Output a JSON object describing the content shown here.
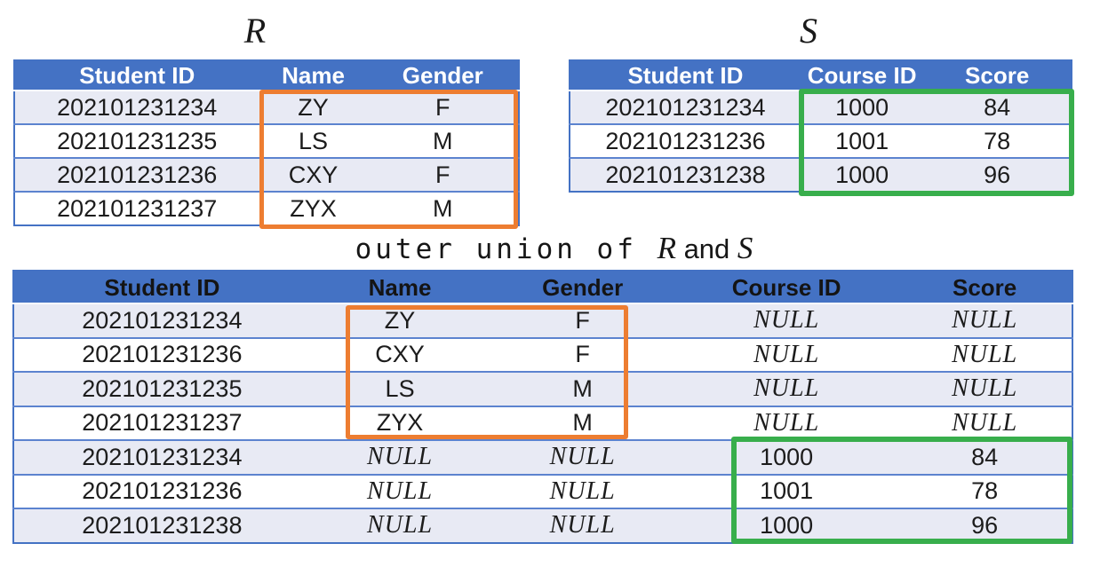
{
  "titles": {
    "r": "R",
    "s": "S"
  },
  "caption": {
    "segments": [
      {
        "text": "outer union of ",
        "kind": "op"
      },
      {
        "text": "R",
        "kind": "relation"
      },
      {
        "text": " and ",
        "kind": "conj"
      },
      {
        "text": "S",
        "kind": "relation"
      }
    ]
  },
  "tables": {
    "r": {
      "title": "R",
      "headers": [
        "Student ID",
        "Name",
        "Gender"
      ],
      "rows": [
        [
          "202101231234",
          "ZY",
          "F"
        ],
        [
          "202101231235",
          "LS",
          "M"
        ],
        [
          "202101231236",
          "CXY",
          "F"
        ],
        [
          "202101231237",
          "ZYX",
          "M"
        ]
      ]
    },
    "s": {
      "title": "S",
      "headers": [
        "Student ID",
        "Course ID",
        "Score"
      ],
      "rows": [
        [
          "202101231234",
          "1000",
          "84"
        ],
        [
          "202101231236",
          "1001",
          "78"
        ],
        [
          "202101231238",
          "1000",
          "96"
        ]
      ]
    },
    "union": {
      "title": "outer union of R and S",
      "headers": [
        "Student ID",
        "Name",
        "Gender",
        "Course ID",
        "Score"
      ],
      "rows": [
        [
          "202101231234",
          "ZY",
          "F",
          "NULL",
          "NULL"
        ],
        [
          "202101231236",
          "CXY",
          "F",
          "NULL",
          "NULL"
        ],
        [
          "202101231235",
          "LS",
          "M",
          "NULL",
          "NULL"
        ],
        [
          "202101231237",
          "ZYX",
          "M",
          "NULL",
          "NULL"
        ],
        [
          "202101231234",
          "NULL",
          "NULL",
          "1000",
          "84"
        ],
        [
          "202101231236",
          "NULL",
          "NULL",
          "1001",
          "78"
        ],
        [
          "202101231238",
          "NULL",
          "NULL",
          "1000",
          "96"
        ]
      ]
    }
  },
  "highlights": {
    "r_name_gender": {
      "color": "orange"
    },
    "s_courseid_score": {
      "color": "green"
    },
    "union_name_gender": {
      "color": "orange"
    },
    "union_courseid_score": {
      "color": "green"
    }
  },
  "colors": {
    "header_blue": "#4472C4",
    "row_band": "#E8EAF4",
    "row_border": "#5C83CF",
    "outer_border": "#4472C4",
    "header_text_top": "#FFFFFF",
    "header_text_union": "#141414",
    "highlight_orange": "#ED7D31",
    "highlight_green": "#38AE4C"
  }
}
